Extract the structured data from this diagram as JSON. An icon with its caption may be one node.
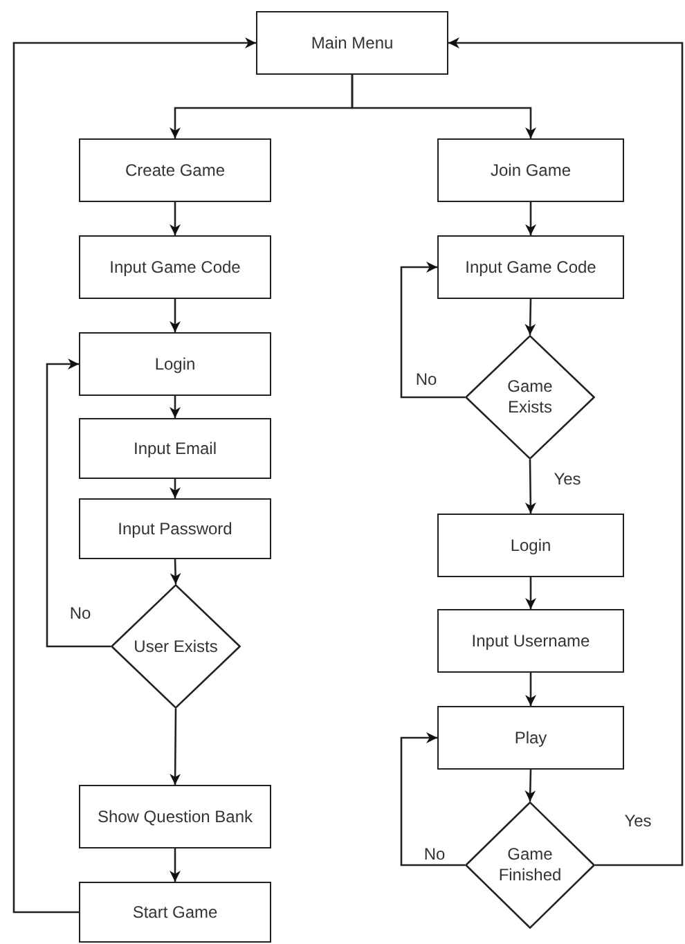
{
  "diagram": {
    "nodes": [
      {
        "text": [
          "Main Menu"
        ]
      },
      {
        "text": [
          "Create Game"
        ]
      },
      {
        "text": [
          "Input Game Code"
        ]
      },
      {
        "text": [
          "Login"
        ]
      },
      {
        "text": [
          "Input Email"
        ]
      },
      {
        "text": [
          "Input Password"
        ]
      },
      {
        "text": [
          "User Exists"
        ]
      },
      {
        "text": [
          "Show Question Bank"
        ]
      },
      {
        "text": [
          "Start Game"
        ]
      },
      {
        "text": [
          "Join Game"
        ]
      },
      {
        "text": [
          "Input Game Code"
        ]
      },
      {
        "text": [
          "Game Exists"
        ]
      },
      {
        "text": [
          "Login"
        ]
      },
      {
        "text": [
          "Input Username"
        ]
      },
      {
        "text": [
          "Play"
        ]
      },
      {
        "text": [
          "Game Finished"
        ]
      }
    ],
    "edges": [
      {
        "from": 0,
        "to": 1,
        "arrow": "to"
      },
      {
        "from": 0,
        "to": 9,
        "arrow": "to"
      },
      {
        "from": 1,
        "to": 2,
        "arrow": "to"
      },
      {
        "from": 2,
        "to": 3,
        "arrow": "to"
      },
      {
        "from": 3,
        "to": 4,
        "arrow": "to"
      },
      {
        "from": 4,
        "to": 5,
        "arrow": "to"
      },
      {
        "from": 5,
        "to": 6,
        "arrow": "to"
      },
      {
        "from": 6,
        "to": 3,
        "arrow": "to",
        "label": "No"
      },
      {
        "from": 6,
        "to": 7,
        "arrow": "to"
      },
      {
        "from": 7,
        "to": 8,
        "arrow": "to"
      },
      {
        "from": 8,
        "to": 0,
        "arrow": "to"
      },
      {
        "from": 9,
        "to": 10,
        "arrow": "to"
      },
      {
        "from": 10,
        "to": 11,
        "arrow": "to"
      },
      {
        "from": 11,
        "to": 10,
        "arrow": "to",
        "label": "No"
      },
      {
        "from": 11,
        "to": 12,
        "arrow": "to",
        "label": "Yes"
      },
      {
        "from": 12,
        "to": 13,
        "arrow": "to"
      },
      {
        "from": 13,
        "to": 14,
        "arrow": "to"
      },
      {
        "from": 14,
        "to": 15,
        "arrow": "to"
      },
      {
        "from": 15,
        "to": 14,
        "arrow": "to",
        "label": "No"
      },
      {
        "from": 15,
        "to": 0,
        "arrow": "to",
        "label": "Yes"
      }
    ]
  }
}
